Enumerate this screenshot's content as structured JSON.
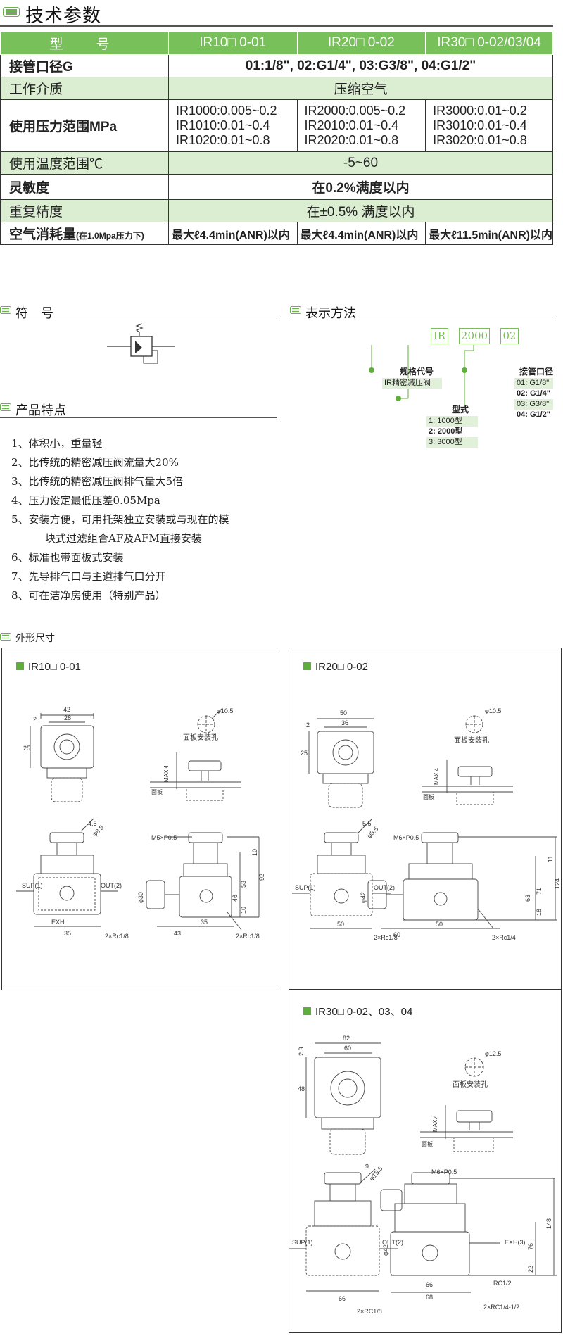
{
  "header": {
    "title": "技术参数"
  },
  "spec_table": {
    "header": [
      "型　号",
      "IR10□ 0-01",
      "IR20□ 0-02",
      "IR30□ 0-02/03/04"
    ],
    "rows": {
      "port": {
        "label": "接管口径G",
        "value": "01:1/8\", 02:G1/4\", 03:G3/8\", 04:G1/2\""
      },
      "medium": {
        "label": "工作介质",
        "value": "压缩空气"
      },
      "pressure": {
        "label": "使用压力范围MPa",
        "col1": [
          "IR1000:0.005~0.2",
          "IR1010:0.01~0.4",
          "IR1020:0.01~0.8"
        ],
        "col2": [
          "IR2000:0.005~0.2",
          "IR2010:0.01~0.4",
          "IR2020:0.01~0.8"
        ],
        "col3": [
          "IR3000:0.01~0.2",
          "IR3010:0.01~0.4",
          "IR3020:0.01~0.8"
        ]
      },
      "temperature": {
        "label": "使用温度范围℃",
        "value": "-5~60"
      },
      "sensitivity": {
        "label": "灵敏度",
        "value": "在0.2%满度以内"
      },
      "repeatability": {
        "label": "重复精度",
        "value": "在±0.5% 满度以内"
      },
      "consumption": {
        "label": "空气消耗量",
        "label_note": "(在1.0Mpa压力下)",
        "col1": "最大ℓ4.4min(ANR)以内",
        "col2": "最大ℓ4.4min(ANR)以内",
        "col3": "最大ℓ11.5min(ANR)以内"
      }
    }
  },
  "symbol_section": {
    "title": "符　号"
  },
  "notation_section": {
    "title": "表示方法",
    "codes": [
      "IR",
      "2000",
      "02"
    ],
    "spec_code": {
      "label": "规格代号",
      "item": "IR精密减压阀"
    },
    "model": {
      "label": "型式",
      "items": [
        "1: 1000型",
        "2: 2000型",
        "3: 3000型"
      ]
    },
    "port": {
      "label": "接管口径",
      "items": [
        "01: G1/8\"",
        "02: G1/4\"",
        "03: G3/8\"",
        "04: G1/2\""
      ]
    }
  },
  "features_section": {
    "title": "产品特点",
    "items": [
      "1、体积小，重量轻",
      "2、比传统的精密减压阀流量大20%",
      "3、比传统的精密减压阀排气量大5倍",
      "4、压力设定最低压差0.05Mpa",
      "5、安装方便，可用托架独立安装或与现在的模",
      "块式过滤组合AF及AFM直接安装",
      "6、标准也带面板式安装",
      "7、先导排气口与主道排气口分开",
      "8、可在洁净房使用（特别产品）"
    ]
  },
  "dimensions_section": {
    "title": "外形尺寸",
    "ir10": {
      "title": "IR10□ 0-01",
      "panel_hole": "面板安装孔",
      "panel": "面板",
      "max": "MAX.4",
      "dims": [
        "42",
        "28",
        "2",
        "25",
        "φ10.5",
        "4.5",
        "φ8.5",
        "M5×P0.5",
        "10",
        "92",
        "53",
        "46",
        "10",
        "φ30",
        "35",
        "43",
        "35"
      ],
      "labels": [
        "SUP(1)",
        "OUT(2)",
        "EXH",
        "2×Rc1/8",
        "2×Rc1/8"
      ]
    },
    "ir20": {
      "title": "IR20□ 0-02",
      "panel_hole": "面板安装孔",
      "panel": "面板",
      "max": "MAX.4",
      "dims": [
        "50",
        "36",
        "2",
        "25",
        "φ10.5",
        "5.5",
        "φ8.5",
        "M6×P0.5",
        "11",
        "124",
        "71",
        "63",
        "18",
        "φ42",
        "50",
        "60",
        "50"
      ],
      "labels": [
        "SUP(1)",
        "OUT(2)",
        "2×Rc1/8",
        "2×Rc1/4"
      ]
    },
    "ir30": {
      "title": "IR30□ 0-02、03、04",
      "panel_hole": "面板安装孔",
      "panel": "面板",
      "max": "MAX.4",
      "dims": [
        "82",
        "60",
        "2.3",
        "48",
        "φ12.5",
        "9",
        "φ15.5",
        "M6×P0.5",
        "148",
        "76",
        "22",
        "φ42",
        "68",
        "66",
        "66"
      ],
      "labels": [
        "SUP(1)",
        "OUT(2)",
        "EXH(3)",
        "2×RC1/8",
        "RC1/2",
        "2×RC1/4-1/2"
      ]
    }
  },
  "colors": {
    "accent": "#77c05a",
    "light": "#dbeed2",
    "code": "#7bbd5b"
  }
}
